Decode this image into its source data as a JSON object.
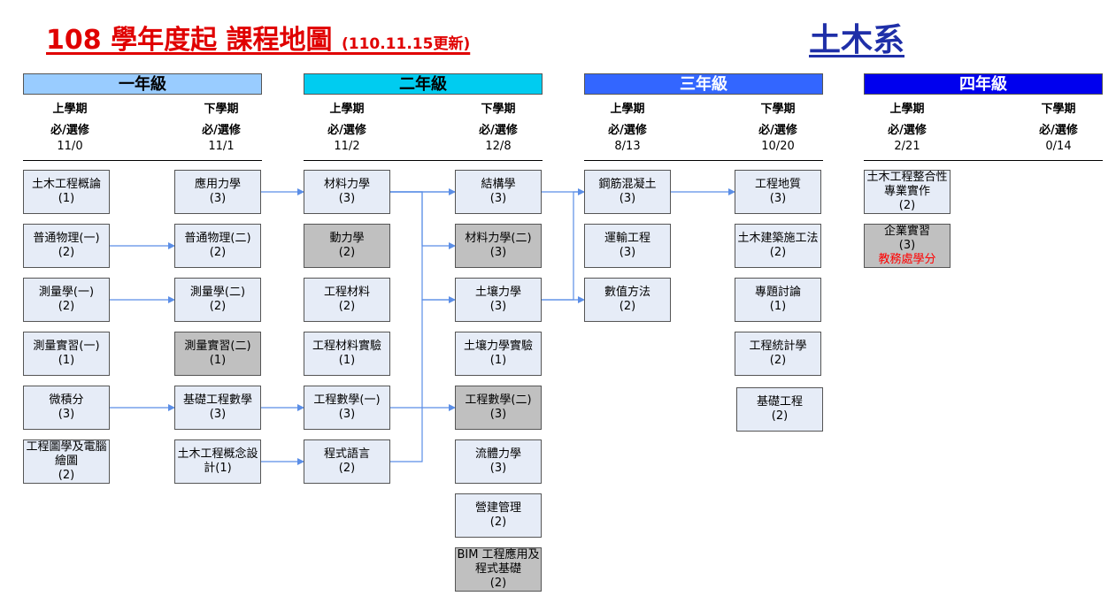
{
  "header": {
    "title_main": "108 學年度起  課程地圖",
    "title_date": "(110.11.15更新)",
    "department": "土木系"
  },
  "years": [
    {
      "label": "一年級",
      "semesters": [
        {
          "name": "上學期",
          "type_label": "必/選修",
          "credits": "11/0"
        },
        {
          "name": "下學期",
          "type_label": "必/選修",
          "credits": "11/1"
        }
      ]
    },
    {
      "label": "二年級",
      "semesters": [
        {
          "name": "上學期",
          "type_label": "必/選修",
          "credits": "11/2"
        },
        {
          "name": "下學期",
          "type_label": "必/選修",
          "credits": "12/8"
        }
      ]
    },
    {
      "label": "三年級",
      "semesters": [
        {
          "name": "上學期",
          "type_label": "必/選修",
          "credits": "8/13"
        },
        {
          "name": "下學期",
          "type_label": "必/選修",
          "credits": "10/20"
        }
      ]
    },
    {
      "label": "四年級",
      "semesters": [
        {
          "name": "上學期",
          "type_label": "必/選修",
          "credits": "2/21"
        },
        {
          "name": "下學期",
          "type_label": "必/選修",
          "credits": "0/14"
        }
      ]
    }
  ],
  "courses": [
    {
      "id": "c11",
      "col": 0,
      "row": 0,
      "name": "土木工程概論",
      "credits": "(1)",
      "grey": false
    },
    {
      "id": "c12",
      "col": 0,
      "row": 1,
      "name": "普通物理(一)",
      "credits": "(2)",
      "grey": false
    },
    {
      "id": "c13",
      "col": 0,
      "row": 2,
      "name": "測量學(一)",
      "credits": "(2)",
      "grey": false
    },
    {
      "id": "c14",
      "col": 0,
      "row": 3,
      "name": "測量實習(一)",
      "credits": "(1)",
      "grey": false
    },
    {
      "id": "c15",
      "col": 0,
      "row": 4,
      "name": "微積分",
      "credits": "(3)",
      "grey": false
    },
    {
      "id": "c16",
      "col": 0,
      "row": 5,
      "name": "工程圖學及電腦繪圖",
      "credits": "(2)",
      "grey": false
    },
    {
      "id": "c21",
      "col": 1,
      "row": 0,
      "name": "應用力學",
      "credits": "(3)",
      "grey": false
    },
    {
      "id": "c22",
      "col": 1,
      "row": 1,
      "name": "普通物理(二)",
      "credits": "(2)",
      "grey": false
    },
    {
      "id": "c23",
      "col": 1,
      "row": 2,
      "name": "測量學(二)",
      "credits": "(2)",
      "grey": false
    },
    {
      "id": "c24",
      "col": 1,
      "row": 3,
      "name": "測量實習(二)",
      "credits": "(1)",
      "grey": true
    },
    {
      "id": "c25",
      "col": 1,
      "row": 4,
      "name": "基礎工程數學",
      "credits": "(3)",
      "grey": false
    },
    {
      "id": "c26",
      "col": 1,
      "row": 5,
      "name": "土木工程概念設計(1)",
      "credits": "",
      "grey": false
    },
    {
      "id": "c31",
      "col": 2,
      "row": 0,
      "name": "材料力學",
      "credits": "(3)",
      "grey": false
    },
    {
      "id": "c32",
      "col": 2,
      "row": 1,
      "name": "動力學",
      "credits": "(2)",
      "grey": true
    },
    {
      "id": "c33",
      "col": 2,
      "row": 2,
      "name": "工程材料",
      "credits": "(2)",
      "grey": false
    },
    {
      "id": "c34",
      "col": 2,
      "row": 3,
      "name": "工程材料實驗",
      "credits": "(1)",
      "grey": false
    },
    {
      "id": "c35",
      "col": 2,
      "row": 4,
      "name": "工程數學(一)",
      "credits": "(3)",
      "grey": false
    },
    {
      "id": "c36",
      "col": 2,
      "row": 5,
      "name": "程式語言",
      "credits": "(2)",
      "grey": false
    },
    {
      "id": "c41",
      "col": 3,
      "row": 0,
      "name": "結構學",
      "credits": "(3)",
      "grey": false
    },
    {
      "id": "c42",
      "col": 3,
      "row": 1,
      "name": "材料力學(二)",
      "credits": "(3)",
      "grey": true
    },
    {
      "id": "c43",
      "col": 3,
      "row": 2,
      "name": "土壤力學",
      "credits": "(3)",
      "grey": false
    },
    {
      "id": "c44",
      "col": 3,
      "row": 3,
      "name": "土壤力學實驗",
      "credits": "(1)",
      "grey": false
    },
    {
      "id": "c45",
      "col": 3,
      "row": 4,
      "name": "工程數學(二)",
      "credits": "(3)",
      "grey": true
    },
    {
      "id": "c46",
      "col": 3,
      "row": 5,
      "name": "流體力學",
      "credits": "(3)",
      "grey": false
    },
    {
      "id": "c47",
      "col": 3,
      "row": 6,
      "name": "營建管理",
      "credits": "(2)",
      "grey": false
    },
    {
      "id": "c48",
      "col": 3,
      "row": 7,
      "name": "BIM 工程應用及程式基礎",
      "credits": "(2)",
      "grey": true
    },
    {
      "id": "c51",
      "col": 4,
      "row": 0,
      "name": "鋼筋混凝土",
      "credits": "(3)",
      "grey": false
    },
    {
      "id": "c52",
      "col": 4,
      "row": 1,
      "name": "運輸工程",
      "credits": "(3)",
      "grey": false
    },
    {
      "id": "c53",
      "col": 4,
      "row": 2,
      "name": "數值方法",
      "credits": "(2)",
      "grey": false
    },
    {
      "id": "c61",
      "col": 5,
      "row": 0,
      "name": "工程地質",
      "credits": "(3)",
      "grey": false
    },
    {
      "id": "c62",
      "col": 5,
      "row": 1,
      "name": "土木建築施工法",
      "credits": "(2)",
      "grey": false
    },
    {
      "id": "c63",
      "col": 5,
      "row": 2,
      "name": "專題討論",
      "credits": "(1)",
      "grey": false
    },
    {
      "id": "c64",
      "col": 5,
      "row": 3,
      "name": "工程統計學",
      "credits": "(2)",
      "grey": false
    },
    {
      "id": "c65",
      "col": 5,
      "row": 4,
      "name": "基礎工程",
      "credits": "(2)",
      "grey": false
    },
    {
      "id": "c71",
      "col": 6,
      "row": 0,
      "name": "土木工程整合性專業實作",
      "credits": "(2)",
      "grey": false
    },
    {
      "id": "c72",
      "col": 6,
      "row": 1,
      "name": "企業實習",
      "credits": "(3)",
      "grey": true,
      "note": "教務處學分"
    }
  ],
  "connections": [
    [
      "c21",
      "c31"
    ],
    [
      "c12",
      "c22"
    ],
    [
      "c13",
      "c23"
    ],
    [
      "c15",
      "c25"
    ],
    [
      "c25",
      "c35"
    ],
    [
      "c26",
      "c36"
    ],
    [
      "c31",
      "c41"
    ],
    [
      "c31",
      "c42"
    ],
    [
      "c31",
      "c43"
    ],
    [
      "c31",
      "c51"
    ],
    [
      "c35",
      "c45"
    ],
    [
      "c43",
      "c61"
    ],
    [
      "c36",
      "c53"
    ]
  ]
}
